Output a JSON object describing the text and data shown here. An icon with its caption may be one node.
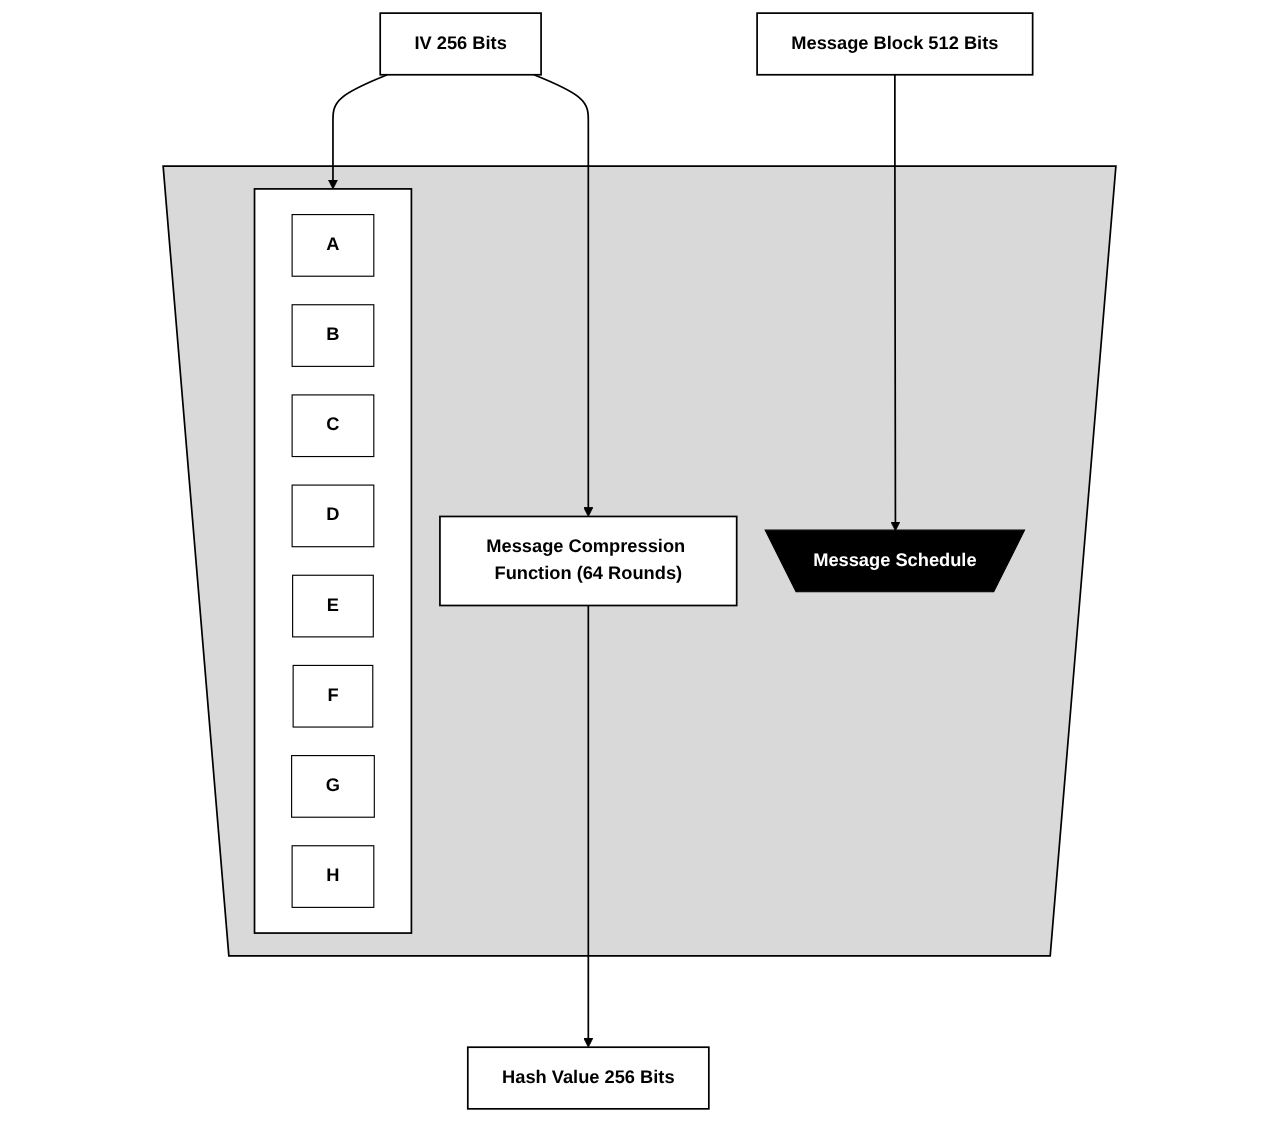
{
  "diagram": {
    "nodes": [
      {
        "text": [
          "Message Block 512 Bits"
        ]
      },
      {
        "text": [
          "IV 256 Bits"
        ]
      },
      {
        "text": [],
        "shape": "trapezoid"
      },
      {
        "text": [
          "Message Compression Function (64 Rounds)"
        ],
        "in": 2
      },
      {
        "text": [
          "Message Schedule"
        ],
        "in": 2
      },
      {
        "text": [],
        "shape": "box",
        "in": 2
      },
      {
        "text": [
          "A"
        ],
        "in": 5
      },
      {
        "text": [
          "B"
        ],
        "in": 5
      },
      {
        "text": [
          "C"
        ],
        "in": 5
      },
      {
        "text": [
          "D"
        ],
        "in": 5
      },
      {
        "text": [
          "E"
        ],
        "in": 5
      },
      {
        "text": [
          "F"
        ],
        "in": 5
      },
      {
        "text": [
          "G"
        ],
        "in": 5
      },
      {
        "text": [
          "H"
        ],
        "in": 5
      },
      {
        "text": [
          "Hash Value 256 Bits"
        ]
      }
    ],
    "edges": [
      {
        "from": 0,
        "to": 4,
        "arrow": "to"
      },
      {
        "from": 1,
        "to": 3,
        "arrow": "to"
      },
      {
        "from": 1,
        "to": 5,
        "arrow": "to"
      },
      {
        "from": 3,
        "to": 14,
        "arrow": "to"
      }
    ]
  }
}
